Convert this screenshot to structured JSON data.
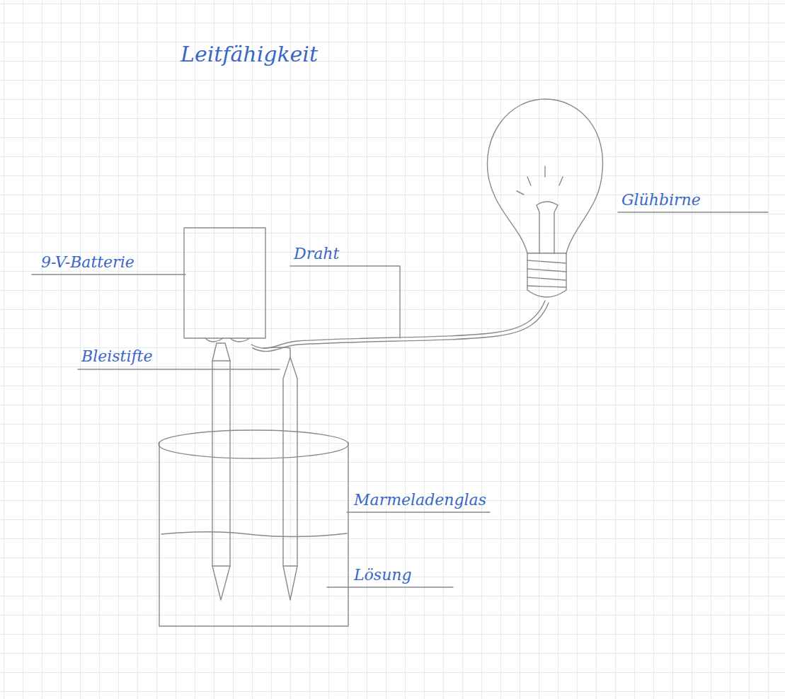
{
  "diagram": {
    "title": "Leitfähigkeit",
    "labels": [
      "9-V-Batterie",
      "Draht",
      "Glühbirne",
      "Bleistifte",
      "Marmeladenglas",
      "Lösung"
    ]
  }
}
